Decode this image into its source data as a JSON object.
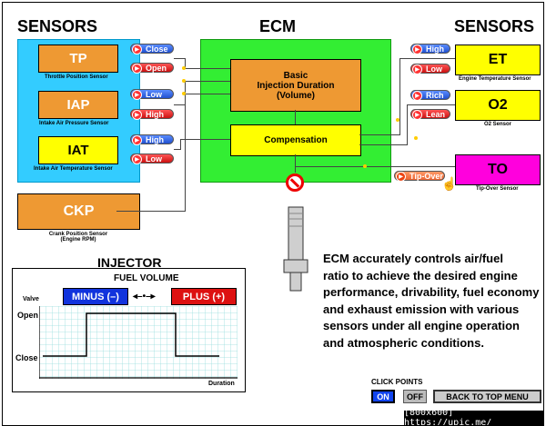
{
  "headings": {
    "sensors_left": "SENSORS",
    "ecm": "ECM",
    "sensors_right": "SENSORS",
    "injector": "INJECTOR"
  },
  "sensors": {
    "tp": {
      "label": "TP",
      "caption": "Throttle Position Sensor",
      "states": [
        "Close",
        "Open"
      ]
    },
    "iap": {
      "label": "IAP",
      "caption": "Intake Air Pressure Sensor",
      "states": [
        "Low",
        "High"
      ]
    },
    "iat": {
      "label": "IAT",
      "caption": "Intake Air Temperature Sensor",
      "states": [
        "High",
        "Low"
      ]
    },
    "ckp": {
      "label": "CKP",
      "caption_line1": "Crank Position Sensor",
      "caption_line2": "(Engine RPM)"
    },
    "et": {
      "label": "ET",
      "caption": "Engine Temperature Sensor",
      "states": [
        "High",
        "Low"
      ]
    },
    "o2": {
      "label": "O2",
      "caption": "O2 Sensor",
      "states": [
        "Rich",
        "Lean"
      ]
    },
    "to": {
      "label": "TO",
      "caption": "Tip-Over Sensor",
      "state": "Tip-Over"
    }
  },
  "ecm": {
    "basic_line1": "Basic",
    "basic_line2": "Injection Duration",
    "basic_line3": "(Volume)",
    "compensation": "Compensation"
  },
  "chart": {
    "title": "FUEL VOLUME",
    "minus": "MINUS (–)",
    "plus": "PLUS (+)",
    "y_axis": "Valve",
    "open": "Open",
    "close": "Close",
    "x_axis": "Duration"
  },
  "description": [
    "ECM accurately controls air/fuel",
    "ratio to achieve the desired engine",
    "performance, drivability, fuel economy",
    "and exhaust emission with various",
    "sensors under all engine operation",
    "and atmospheric conditions."
  ],
  "controls": {
    "click_points": "CLICK POINTS",
    "on": "ON",
    "off": "OFF",
    "back": "BACK TO TOP MENU"
  },
  "watermark": "[800x600] https://upic.me/",
  "colors": {
    "cyan_panel": "#33ccff",
    "ecm_green": "#33ee33",
    "sensor_orange": "#ee9933",
    "sensor_yellow": "#ffff00",
    "tipover_magenta": "#ff00dd",
    "minus_blue": "#1133dd",
    "plus_red": "#dd1111"
  }
}
